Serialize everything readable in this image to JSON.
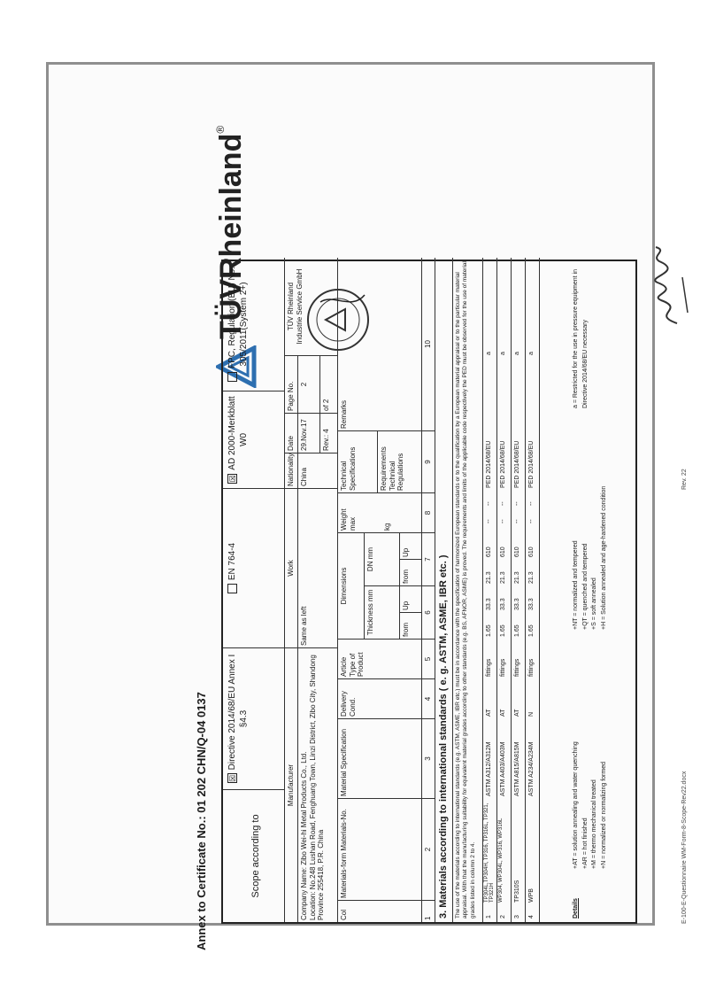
{
  "annex_title": "Annex to Certificate No.: 01 202 CHN/Q-04 0137",
  "logo": {
    "brand": "TÜVRheinland",
    "reg_mark": "®"
  },
  "scope": {
    "label": "Scope according to",
    "options": [
      {
        "checked": true,
        "text": "Directive 2014/68/EU Annex I §4.3"
      },
      {
        "checked": false,
        "text": "EN 764-4"
      },
      {
        "checked": true,
        "text": "AD 2000-Merkblatt W0"
      },
      {
        "checked": false,
        "text": "FPC, Regulation (EU) No. 305/2011(System 2+)"
      }
    ]
  },
  "manufacturer": {
    "header": "Manufacturer",
    "company": "Company Name: Zibo Wei-hi Metal Products Co., Ltd.",
    "location": "Location: No.248 Lushan Road, Fenghuang Town, Linzi District, Zibo City, Shandong Province 255418, P.R. China",
    "works_header": "Work",
    "works": "Same as left",
    "nationality_header": "Nationality",
    "nationality": "China",
    "date_header": "Date",
    "date": "29.Nov.17",
    "page_header": "Page No.",
    "page": "2",
    "rev_label": "Rev.:",
    "rev": "4",
    "of_label": "of",
    "of": "2",
    "issuer_line1": "TÜV Rheinland",
    "issuer_line2": "Industrie Service GmbH"
  },
  "columns": {
    "col": "Col",
    "material_form": "Materials-form Materials-No.",
    "material_spec": "Material Specification",
    "delivery": "Delivery Cond.",
    "article": "Article Type of Product",
    "dimensions": "Dimensions",
    "thickness": "Thickness mm",
    "dn": "DN mm",
    "weight": "Weight max",
    "weight_unit": "kg",
    "technical": "Technical Specifications",
    "requirements": "Requirements Technical Regulations",
    "remarks": "Remarks",
    "from": "from",
    "up": "Up",
    "col_numbers": [
      "1",
      "2",
      "3",
      "4",
      "5",
      "6",
      "7",
      "8",
      "9",
      "10"
    ]
  },
  "section3": {
    "title": "3. Materials according to international standards ( e. g. ASTM, ASME, IBR etc. )",
    "note": "The use of the materials according to international standards (e.g. ASTM, ASME, IBR etc.) must be in accordance with the specification of harmonized European standards or to the qualification by a European material appraisal or to the particular material appraisal. With that the manufacturing suitability for equivalent material grades according to other standards (e.g. BS, AFNOR, ASME) is proved. The requirements and limits of the applicable code respectively the PED must be observed for the use of material grades listed in column 2 to 4."
  },
  "rows": [
    {
      "n": "1",
      "mat": "TP304L,TP304H, TP316, TP316L, TP321, TP321H",
      "spec": "ASTM A312/A312M",
      "cond": "AT",
      "article": "fittings",
      "t_from": "1.65",
      "t_up": "33.3",
      "dn_from": "21.3",
      "dn_up": "610",
      "w": "--",
      "tech": "--",
      "req": "PED 2014/68/EU",
      "rem": "a"
    },
    {
      "n": "2",
      "mat": "WP304, WP304L, WP316, WP316L",
      "spec": "ASTM A403/A403M",
      "cond": "AT",
      "article": "fittings",
      "t_from": "1.65",
      "t_up": "33.3",
      "dn_from": "21.3",
      "dn_up": "610",
      "w": "--",
      "tech": "--",
      "req": "PED 2014/68/EU",
      "rem": "a"
    },
    {
      "n": "3",
      "mat": "TP310S",
      "spec": "ASTM A815/A815M",
      "cond": "AT",
      "article": "fittings",
      "t_from": "1.65",
      "t_up": "33.3",
      "dn_from": "21.3",
      "dn_up": "610",
      "w": "--",
      "tech": "--",
      "req": "PED 2014/68/EU",
      "rem": "a"
    },
    {
      "n": "4",
      "mat": "WPB",
      "spec": "ASTM A234/A234M",
      "cond": "N",
      "article": "fittings",
      "t_from": "1.65",
      "t_up": "33.3",
      "dn_from": "21.3",
      "dn_up": "610",
      "w": "--",
      "tech": "--",
      "req": "PED 2014/68/EU",
      "rem": "a"
    }
  ],
  "legend": {
    "label": "Details",
    "items": [
      "+AT = solution annealing and water quenching",
      "+AR = hot finished",
      "+M = thermo mechanical treated",
      "+N = normalized or normalizing formed",
      "+NT = normalized and tempered",
      "+QT = quenched and tempered",
      "+S = soft annealed",
      "+H = Solution annealed and age-hardened condition"
    ],
    "note_a": "a = Restricted for the use in pressure equipment in Directive 2014/68/EU necessary"
  },
  "footer_left": "E-100-E-Questionnaire WM-Form-8-Scope-Rev22.docx",
  "footer_rev": "Rev. 22",
  "colors": {
    "frame": "#8f8f8f",
    "logo_blue": "#2d6fb0",
    "ink": "#1a1a1a"
  }
}
